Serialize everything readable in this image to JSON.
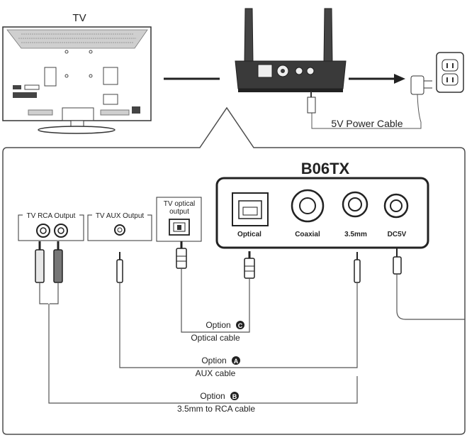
{
  "tv": {
    "label": "TV"
  },
  "power": {
    "cable_label": "5V Power Cable"
  },
  "device": {
    "model": "B06TX",
    "ports": [
      "Optical",
      "Coaxial",
      "3.5mm",
      "DC5V"
    ]
  },
  "tv_ports": {
    "rca": "TV RCA Output",
    "aux": "TV AUX Output",
    "optical_line1": "TV optical",
    "optical_line2": "output"
  },
  "options": [
    {
      "title": "Option",
      "letter": "C",
      "cable": "Optical cable"
    },
    {
      "title": "Option",
      "letter": "A",
      "cable": "AUX  cable"
    },
    {
      "title": "Option",
      "letter": "B",
      "cable": "3.5mm to RCA cable"
    }
  ],
  "colors": {
    "line": "#333333",
    "panel_border": "#4d4d4d",
    "device_body": "#3a3a3a",
    "red_plug": "#e8e8e8",
    "white_plug": "#777777"
  }
}
